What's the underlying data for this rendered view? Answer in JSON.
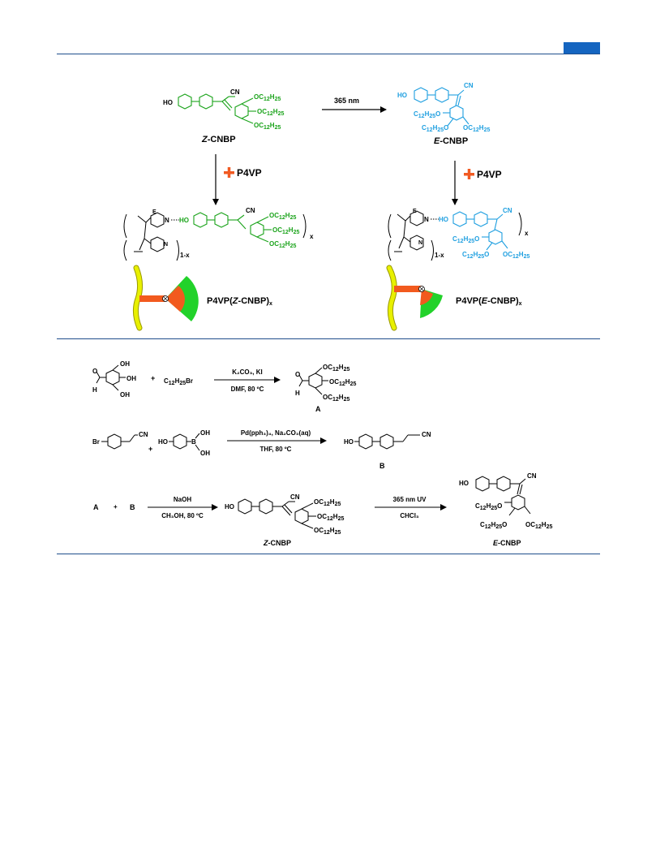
{
  "colors": {
    "rule": "#1f4e8c",
    "z_isomer": "#1aa31a",
    "e_isomer": "#1e9fe0",
    "plus": "#f15a22",
    "chain": "#e8f000",
    "wedge": "#22d22a",
    "arm": "#f25a1e"
  },
  "top": {
    "arrow_label": "365 nm",
    "z_name_italic": "Z",
    "z_name_rest": "-CNBP",
    "e_name_italic": "E",
    "e_name_rest": "-CNBP",
    "plus_left": "P4VP",
    "plus_right": "P4VP",
    "poly_z_pre": "P4VP(",
    "poly_z_it": "Z",
    "poly_z_post": "-CNBP)",
    "poly_z_sub": "x",
    "poly_e_pre": "P4VP(",
    "poly_e_it": "E",
    "poly_e_post": "-CNBP)",
    "poly_e_sub": "x",
    "sub_x": "x",
    "sub_1x": "1-x",
    "ho": "HO",
    "cn": "CN",
    "ring_n": "N",
    "e_end": "E",
    "oc_prefix": "OC",
    "oc_sub": "12",
    "h": "H",
    "h_sub": "25",
    "c12h25o_c": "C",
    "c12h25o_o": "O"
  },
  "bottom": {
    "r1_reagent_prefix": "C",
    "r1_reagent_sub1": "12",
    "r1_reagent_mid": "H",
    "r1_reagent_sub2": "25",
    "r1_reagent_end": "Br",
    "r1_cond_top": "K₂CO₃, KI",
    "r1_cond_bottom": "DMF, 80 ºC",
    "r1_product_label": "A",
    "r2_cond_top": "Pd(pph₃)₄, Na₂CO₃(aq)",
    "r2_cond_bottom": "THF, 80 ºC",
    "r2_product_label": "B",
    "r3_a": "A",
    "r3_b": "B",
    "r3_cond_top": "NaOH",
    "r3_cond_bottom": "CH₃OH, 80 ºC",
    "r3_product_it": "Z",
    "r3_product_rest": "-CNBP",
    "r4_cond_top": "365 nm UV",
    "r4_cond_bottom": "CHCl₃",
    "r4_product_it": "E",
    "r4_product_rest": "-CNBP",
    "plus": "+",
    "oh": "OH",
    "ho": "HO",
    "br": "Br",
    "b": "B",
    "o": "O",
    "h": "H",
    "cn": "CN"
  }
}
